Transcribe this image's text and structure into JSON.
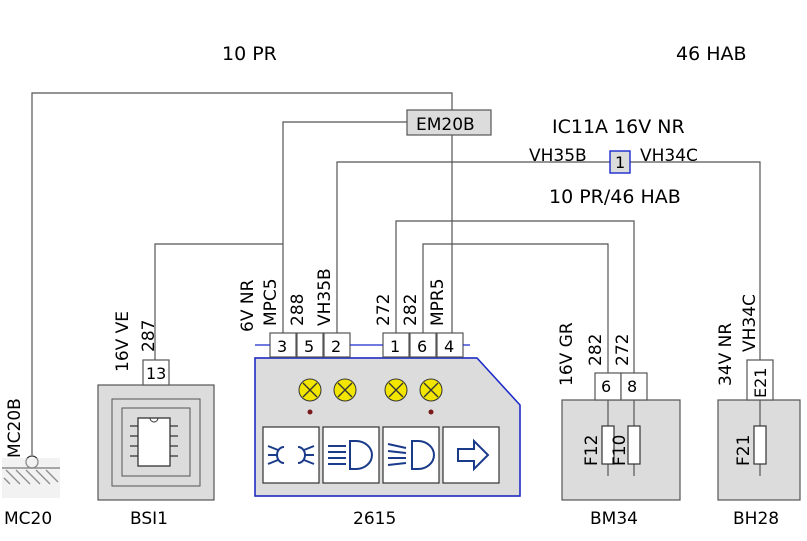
{
  "header": {
    "left_code": "10 PR",
    "right_code": "46 HAB"
  },
  "junction": {
    "name": "IC11A 16V NR",
    "pin": "1",
    "left_wire": "VH35B",
    "right_wire": "VH34C",
    "sub_code": "10 PR/46 HAB"
  },
  "connector_top": {
    "name": "EM20B"
  },
  "ground": {
    "label": "MC20",
    "wire_label": "MC20B"
  },
  "components": {
    "bsi": {
      "name": "BSI1",
      "connector": "16V VE",
      "wire": "287",
      "pin": "13"
    },
    "switch": {
      "name": "2615",
      "connector": "6V NR",
      "wires": [
        "MPC5",
        "288",
        "VH35B",
        "272",
        "282",
        "MPR5"
      ],
      "pins": [
        "3",
        "5",
        "2",
        "1",
        "6",
        "4"
      ],
      "icons": [
        "parking-light-icon",
        "low-beam-icon",
        "high-beam-icon",
        "arrow-right-icon"
      ]
    },
    "bm34": {
      "name": "BM34",
      "connector": "16V GR",
      "wires": [
        "282",
        "272"
      ],
      "pins": [
        "6",
        "8"
      ],
      "fuses": [
        "F12",
        "F10"
      ]
    },
    "bh28": {
      "name": "BH28",
      "connector": "34V NR",
      "wire": "VH34C",
      "pin": "E21",
      "fuse": "F21"
    }
  },
  "colors": {
    "wire": "#555555",
    "box_fill": "#dcdcdc",
    "lamp": "#f2e600",
    "icon_blue": "#1a3a8a",
    "highlight": "#1a2acc"
  }
}
